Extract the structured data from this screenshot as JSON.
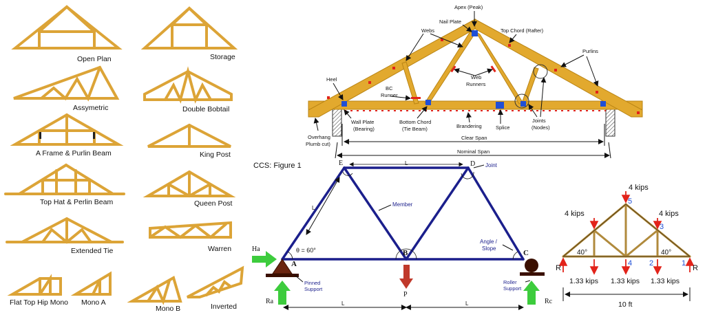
{
  "truss_types": [
    "Open Plan",
    "Storage",
    "Assymetric",
    "Double Bobtail",
    "A Frame & Purlin Beam",
    "King Post",
    "Top Hat & Perlin Beam",
    "Queen Post",
    "Extended Tie",
    "Warren",
    "Flat Top Hip Mono",
    "Mono A",
    "Mono B",
    "Inverted"
  ],
  "anatomy": {
    "apex": "Apex (Peak)",
    "nail_plate": "Nail Plate",
    "webs": "Webs",
    "top_chord": "Top Chord (Rafter)",
    "purlins": "Purlins",
    "heel": "Heel",
    "bc_runner_1": "BC",
    "bc_runner_2": "Runner",
    "web_runners_1": "Web",
    "web_runners_2": "Runners",
    "wall_plate_1": "Wall Plate",
    "wall_plate_2": "(Bearing)",
    "bottom_chord_1": "Bottom Chord",
    "bottom_chord_2": "(Tie Beam)",
    "brandering": "Brandering",
    "splice": "Splice",
    "joints_1": "Joints",
    "joints_2": "(Nodes)",
    "overhang_1": "Overhang",
    "overhang_2": "Plumb cut)",
    "clear_span": "Clear Span",
    "nominal_span": "Nominal Span"
  },
  "ccs": {
    "title": "CCS: Figure 1",
    "node_e": "E",
    "node_d": "D",
    "node_a": "A",
    "node_b": "B",
    "node_c": "C",
    "len_top": "L",
    "len_side": "L",
    "len_bottom_left": "L",
    "len_bottom_right": "L",
    "joint": "Joint",
    "member": "Member",
    "angle_1": "Angle /",
    "angle_2": "Slope",
    "theta": "θ = 60°",
    "ha": "Ha",
    "ra": "Ra",
    "rc": "Rc",
    "load_p": "P",
    "pinned_1": "Pinned",
    "pinned_2": "Support",
    "roller_1": "Roller",
    "roller_2": "Support"
  },
  "loads": {
    "top_load": "4 kips",
    "left_load": "4 kips",
    "right_load": "4 kips",
    "node_5": "5",
    "node_3": "3",
    "node_4": "4",
    "node_2": "2",
    "node_1": "1",
    "angle_left": "40°",
    "angle_right": "40°",
    "reaction_left": "R",
    "reaction_right": "R",
    "bottom_load_1": "1.33 kips",
    "bottom_load_2": "1.33 kips",
    "bottom_load_3": "1.33 kips",
    "span": "10 ft"
  },
  "colors": {
    "timber": "#e2a92e",
    "ccs_member": "#1b1f8c",
    "arrow_green": "#3dcc3d",
    "arrow_red": "#c0392b",
    "node_blue": "#1f4fd6",
    "mini_truss": "#b08a3c"
  }
}
